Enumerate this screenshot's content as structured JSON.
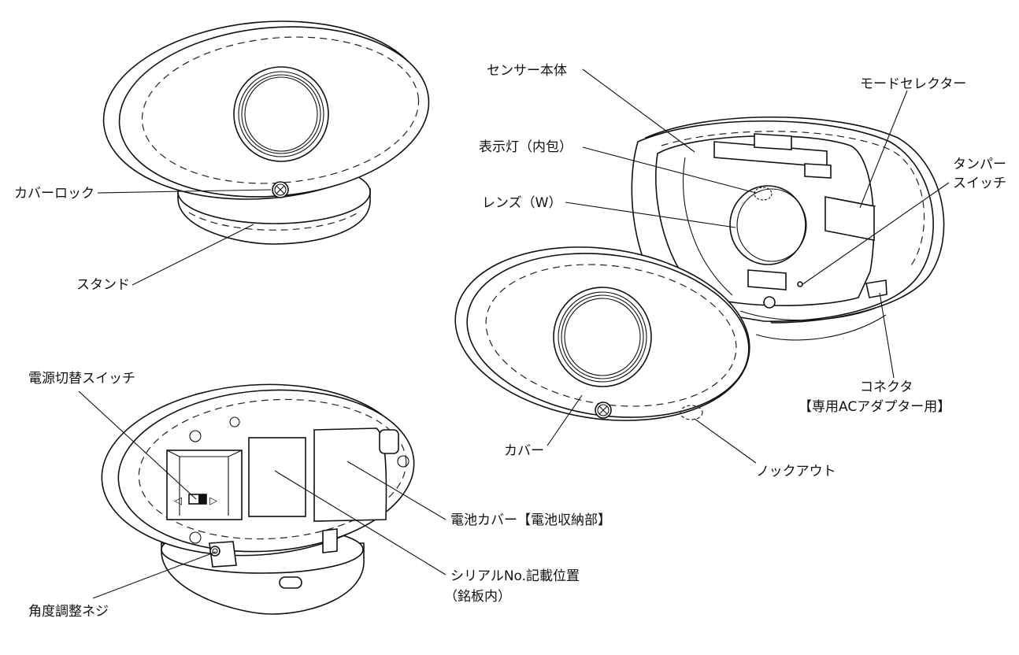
{
  "labels": {
    "cover_lock": "カバーロック",
    "stand": "スタンド",
    "sensor_body": "センサー本体",
    "indicator": "表示灯（内包）",
    "lens": "レンズ（W）",
    "mode_selector": "モードセレクター",
    "tamper_line1": "タンパー",
    "tamper_line2": "スイッチ",
    "connector_line1": "コネクタ",
    "connector_line2": "【専用ACアダプター用】",
    "cover": "カバー",
    "knockout": "ノックアウト",
    "power_switch": "電源切替スイッチ",
    "battery_cover": "電池カバー【電池収納部】",
    "serial_line1": "シリアルNo.記載位置",
    "serial_line2": "（銘板内）",
    "angle_screw": "角度調整ネジ"
  },
  "power_switch_marks": {
    "left_arrow": "◁",
    "right_arrow": "▷"
  }
}
